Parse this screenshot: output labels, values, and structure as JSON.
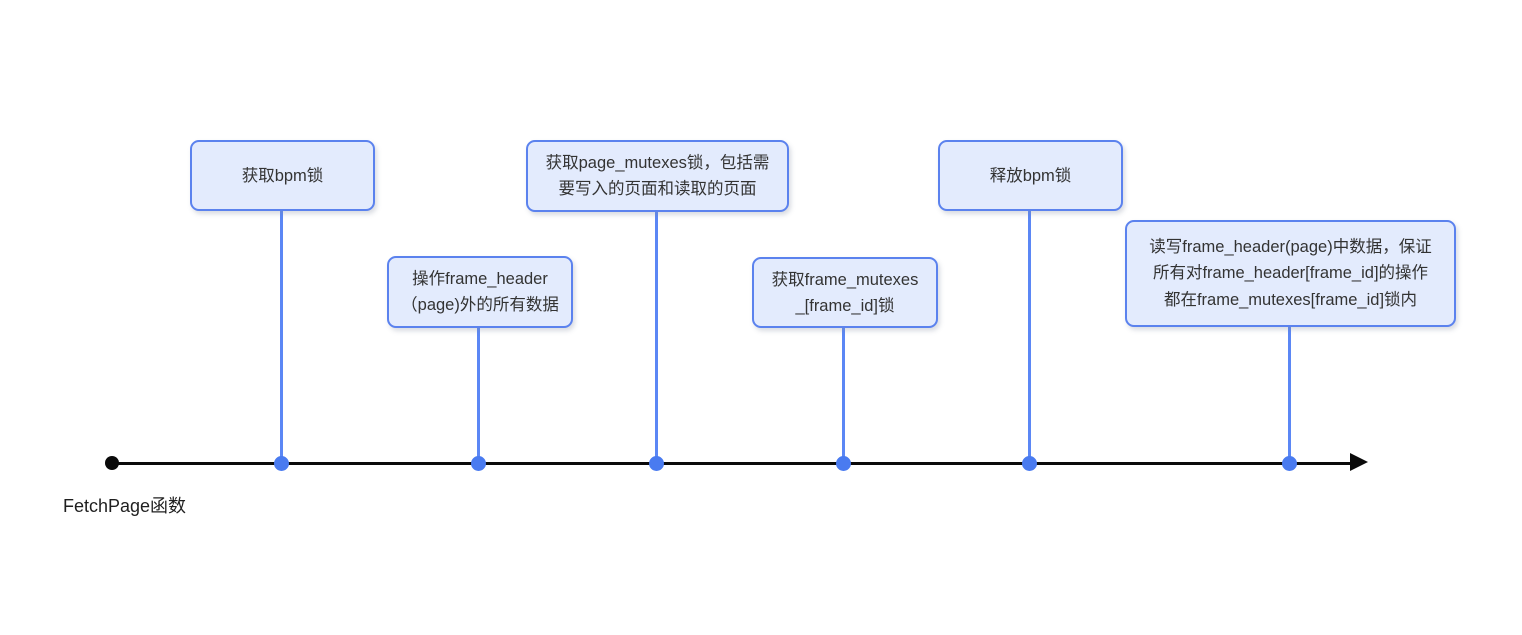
{
  "diagram": {
    "axis_label": "FetchPage函数",
    "milestones": [
      {
        "label": "获取bpm锁",
        "position": "above"
      },
      {
        "label": "操作frame_header\n（page)外的所有数据",
        "position": "below"
      },
      {
        "label": "获取page_mutexes锁，包括需\n要写入的页面和读取的页面",
        "position": "above"
      },
      {
        "label": "获取frame_mutexes\n_[frame_id]锁",
        "position": "below"
      },
      {
        "label": "释放bpm锁",
        "position": "above"
      },
      {
        "label": "读写frame_header(page)中数据，保证\n所有对frame_header[frame_id]的操作\n都在frame_mutexes[frame_id]锁内",
        "position": "below"
      }
    ],
    "colors": {
      "box_fill": "#e3ebfd",
      "box_border": "#5b82ee",
      "connector": "#5b87f5",
      "node_dot": "#4a7bf0",
      "axis_line": "#0a0a0a",
      "label_text": "#333333"
    }
  }
}
